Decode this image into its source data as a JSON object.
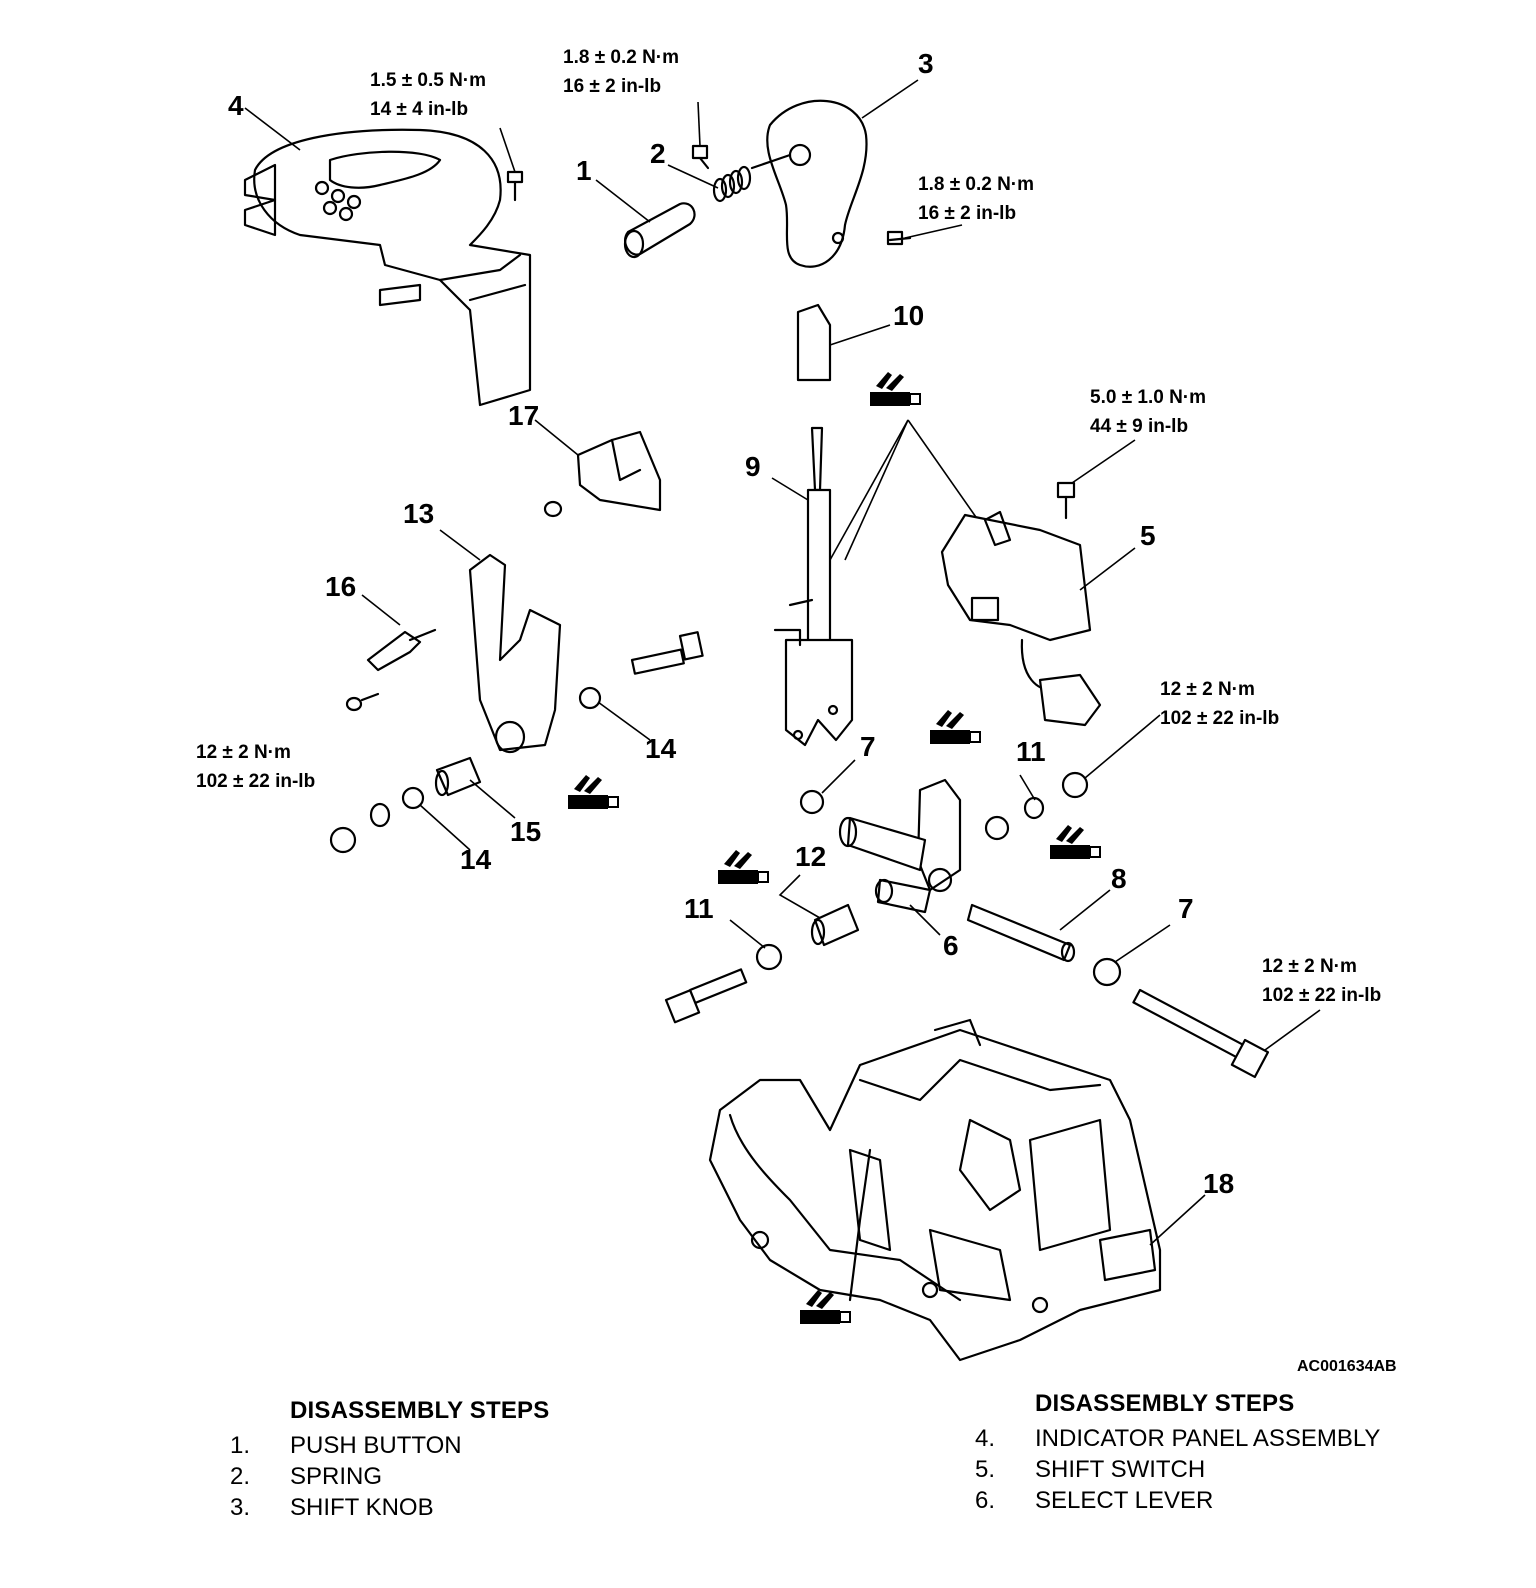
{
  "callouts": {
    "c1": "1",
    "c2": "2",
    "c3": "3",
    "c4": "4",
    "c5": "5",
    "c6": "6",
    "c7a": "7",
    "c7b": "7",
    "c8": "8",
    "c9": "9",
    "c10": "10",
    "c11a": "11",
    "c11b": "11",
    "c12": "12",
    "c13": "13",
    "c14a": "14",
    "c14b": "14",
    "c15": "15",
    "c16": "16",
    "c17": "17",
    "c18": "18"
  },
  "torques": {
    "t_panel": [
      "1.5 ± 0.5 N·m",
      "14 ± 4 in-lb"
    ],
    "t_button": [
      "1.8 ± 0.2 N·m",
      "16 ± 2 in-lb"
    ],
    "t_knob": [
      "1.8 ± 0.2 N·m",
      "16 ± 2 in-lb"
    ],
    "t_switch": [
      "5.0 ± 1.0 N·m",
      "44 ± 9 in-lb"
    ],
    "t_right": [
      "12 ± 2 N·m",
      "102 ± 22 in-lb"
    ],
    "t_left": [
      "12 ± 2 N·m",
      "102 ± 22 in-lb"
    ],
    "t_lower": [
      "12 ± 2 N·m",
      "102 ± 22 in-lb"
    ]
  },
  "figure_id": "AC001634AB",
  "steps_left": {
    "heading": "DISASSEMBLY STEPS",
    "items": [
      {
        "num": "1.",
        "label": "PUSH BUTTON"
      },
      {
        "num": "2.",
        "label": "SPRING"
      },
      {
        "num": "3.",
        "label": "SHIFT KNOB"
      }
    ]
  },
  "steps_right": {
    "heading": "DISASSEMBLY STEPS",
    "items": [
      {
        "num": "4.",
        "label": "INDICATOR PANEL ASSEMBLY"
      },
      {
        "num": "5.",
        "label": "SHIFT SWITCH"
      },
      {
        "num": "6.",
        "label": "SELECT LEVER"
      }
    ]
  }
}
